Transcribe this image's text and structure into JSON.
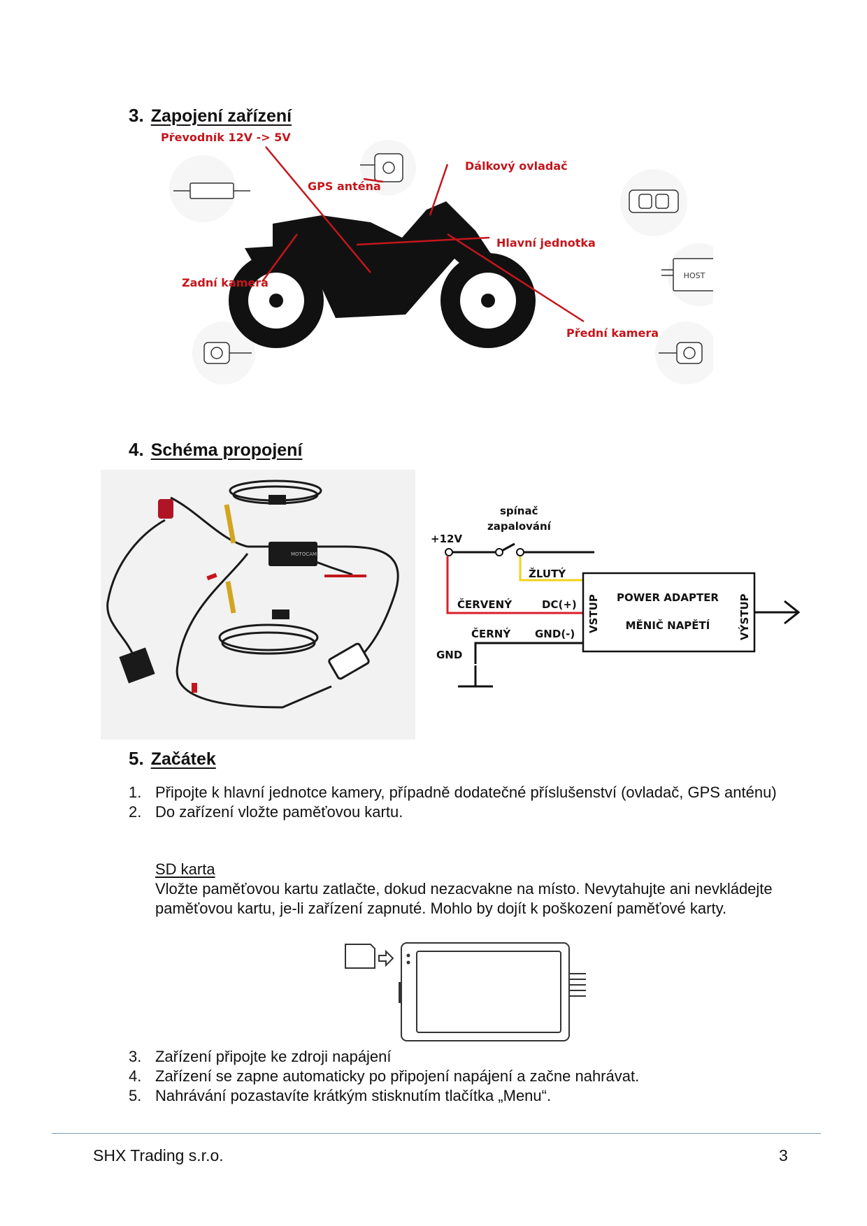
{
  "sections": {
    "s3": {
      "number": "3.",
      "title": "Zapojení zařízení"
    },
    "s4": {
      "number": "4.",
      "title": "Schéma propojení"
    },
    "s5": {
      "number": "5.",
      "title": "Začátek"
    }
  },
  "wiring_labels": {
    "converter": "Převodník 12V -> 5V",
    "gps": "GPS anténa",
    "remote": "Dálkový ovladač",
    "main_unit": "Hlavní jednotka",
    "rear_camera": "Zadní kamera",
    "front_camera": "Přední kamera",
    "host_box": "HOST"
  },
  "schema": {
    "plus12v": "+12V",
    "switch_line1": "spínač",
    "switch_line2": "zapalování",
    "yellow": "ŽLUTÝ",
    "red": "ČERVENÝ",
    "black": "ČERNÝ",
    "dc": "DC(+)",
    "gnd_minus": "GND(-)",
    "gnd": "GND",
    "input": "VSTUP",
    "output": "VÝSTUP",
    "adapter_line1": "POWER ADAPTER",
    "adapter_line2": "MĚNIČ NAPĚTÍ",
    "brand_tag": "MOTOCAM"
  },
  "steps_a": [
    {
      "n": "1.",
      "text": "Připojte k hlavní jednotce kamery, případně dodatečné příslušenství (ovladač, GPS anténu)"
    },
    {
      "n": "2.",
      "text": "Do zařízení vložte paměťovou kartu."
    }
  ],
  "sd_card": {
    "heading": "SD karta",
    "text": "Vložte paměťovou kartu zatlačte, dokud nezacvakne na místo. Nevytahujte ani nevkládejte paměťovou kartu, je-li zařízení zapnuté. Mohlo by dojít k poškození paměťové karty."
  },
  "steps_b": [
    {
      "n": "3.",
      "text": "Zařízení připojte ke zdroji napájení"
    },
    {
      "n": "4.",
      "text": "Zařízení se zapne automaticky po připojení napájení a začne nahrávat."
    },
    {
      "n": "5.",
      "text": "Nahrávání pozastavíte krátkým stisknutím tlačítka „Menu“."
    }
  ],
  "footer": {
    "company": "SHX Trading s.r.o.",
    "page": "3"
  },
  "colors": {
    "label_red": "#c4161c",
    "footer_line": "#7f9bb5"
  }
}
